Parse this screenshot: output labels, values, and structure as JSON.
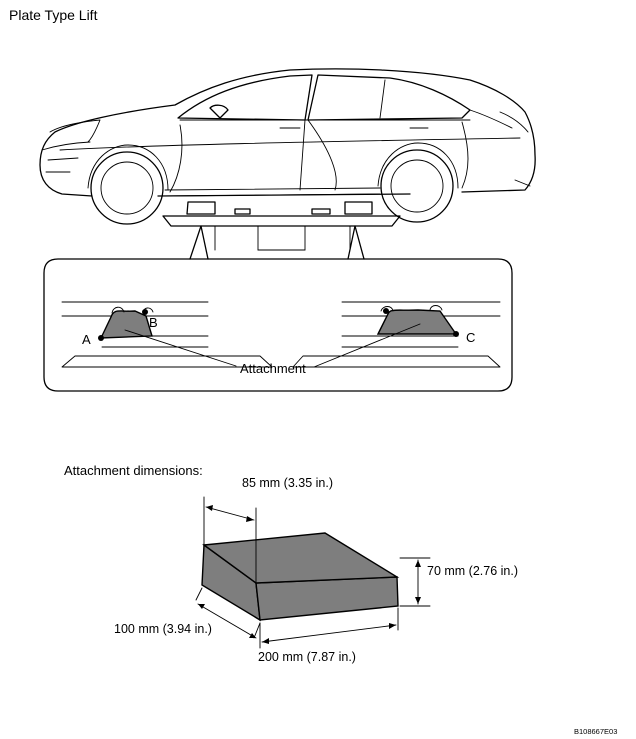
{
  "title": "Plate Type Lift",
  "labels": {
    "a": "A",
    "b": "B",
    "c": "C",
    "attachment": "Attachment"
  },
  "dimensions": {
    "heading": "Attachment dimensions:",
    "top_width": "85 mm (3.35 in.)",
    "height": "70 mm (2.76 in.)",
    "depth": "100 mm (3.94 in.)",
    "length": "200 mm (7.87 in.)"
  },
  "figure_code": "B108667E03"
}
